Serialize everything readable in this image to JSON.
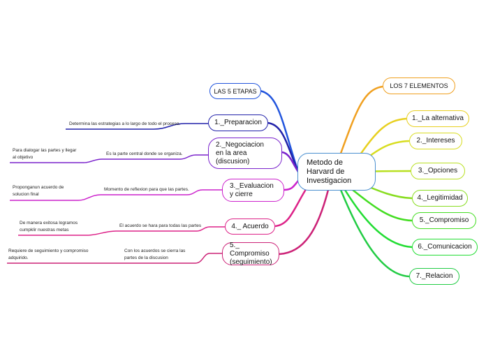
{
  "center": "Metodo de\nHarvard de\nInvestigacion",
  "left_header": "LAS 5 ETAPAS",
  "right_header": "LOS 7 ELEMENTOS",
  "etapas": [
    "1._Preparacion",
    "2._Negociacion\nen la area\n(discusion)",
    "3._Evaluacion\ny cierre",
    "4._ Acuerdo",
    "5._ Compromiso\n(seguimiento)"
  ],
  "etapa_notes": [
    "Determina las estrategias a lo largo de todo el proceso.",
    "Es la parte central donde se organiza.",
    "Momento de reflexion para que las partes.",
    "El acuerdo se hara para todas las partes",
    "Con los acuerdos se cierra las\npartes de la discusion"
  ],
  "etapa_subnotes": [
    "",
    "Para dialogar las partes y llegar\nal objetivo",
    "Proponganun acuerdo de\nsolucion final",
    "De manera exitosa logramos\ncumpklir nuestras metas",
    "Requiere de seguimiento y compromiso\nadquirido."
  ],
  "elementos": [
    "1._La alternativa",
    "2._Intereses",
    "3._Opciones",
    "4._Legitimidad",
    "5._Compromiso",
    "6._Comunicacion",
    "7._Relacion"
  ],
  "colors": {
    "header_left": "#2255dd",
    "header_right": "#f0a020",
    "etapa1": "#2222aa",
    "etapa2": "#7a22cc",
    "etapa3": "#cc22cc",
    "etapa4": "#dd2288",
    "etapa5": "#cc2277",
    "el1": "#e8d020",
    "el2": "#d8dd20",
    "el3": "#b8e020",
    "el4": "#88dd20",
    "el5": "#44dd22",
    "el6": "#22dd33",
    "el7": "#22cc44"
  }
}
